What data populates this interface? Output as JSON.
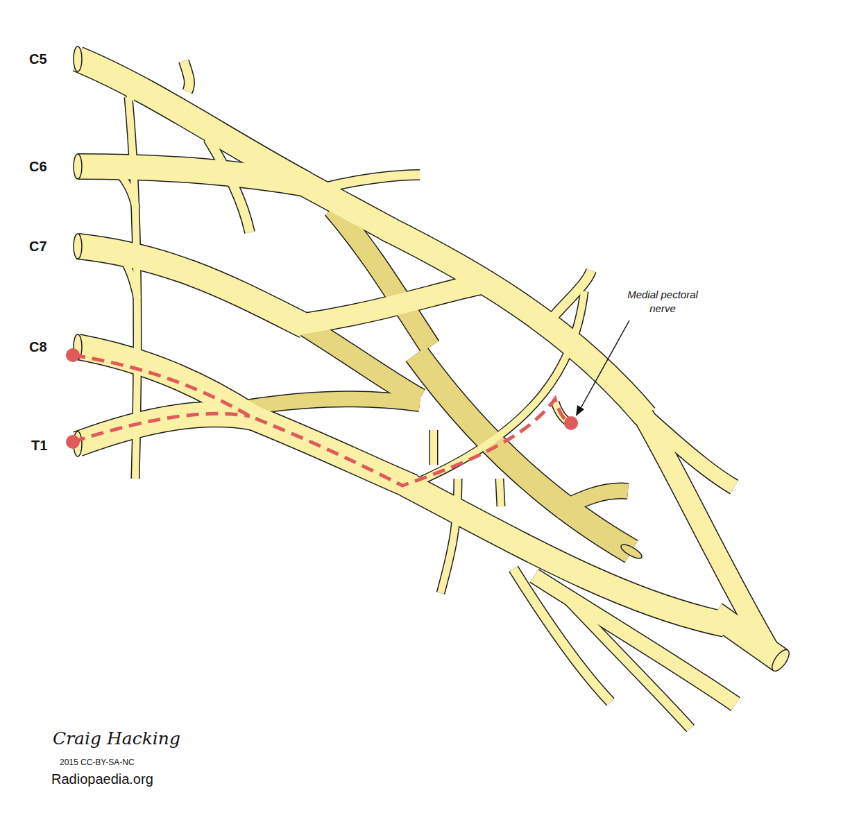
{
  "diagram": {
    "labels": [
      "C5",
      "C6",
      "C7",
      "C8",
      "T1",
      "Medial pectoral nerve",
      "Craig Hacking",
      "2015 CC-BY-SA-NC",
      "Radiopaedia.org"
    ]
  }
}
